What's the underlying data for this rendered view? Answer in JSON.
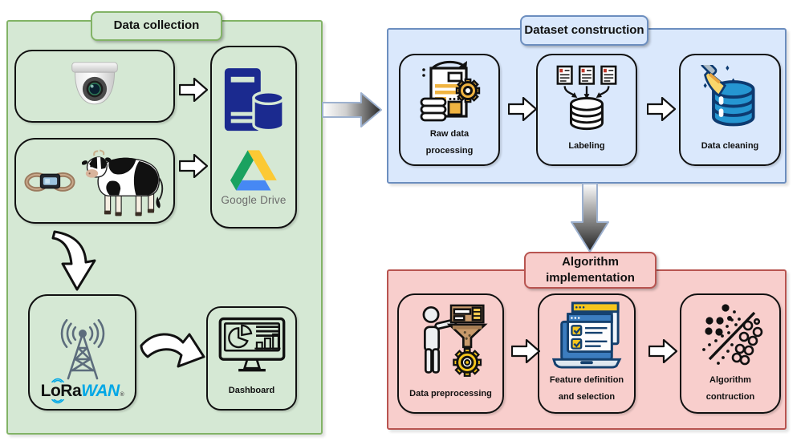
{
  "sections": {
    "data_collection": {
      "title": "Data collection",
      "dashboard_label": "Dashboard",
      "google_drive_label": "Google Drive",
      "lorawan": {
        "black": "LoRa",
        "blue": "WAN",
        "mark": "®"
      }
    },
    "dataset_construction": {
      "title": "Dataset construction",
      "steps": [
        {
          "label": "Raw data processing"
        },
        {
          "label": "Labeling"
        },
        {
          "label": "Data cleaning"
        }
      ]
    },
    "algorithm_implementation": {
      "title": "Algorithm implementation",
      "steps": [
        {
          "label": "Data preprocessing"
        },
        {
          "label": "Feature definition and selection"
        },
        {
          "label": "Algorithm contruction"
        }
      ]
    }
  },
  "colors": {
    "green_fill": "#d5e8d4",
    "green_border": "#82b366",
    "blue_fill": "#dae8fc",
    "blue_border": "#6c8ebf",
    "pink_fill": "#f8cecc",
    "pink_border": "#b85450",
    "server_navy": "#1b2a8f",
    "lorawan_blue": "#00a7e6",
    "drive_green": "#1aa260",
    "drive_yellow": "#fcc934",
    "drive_blue": "#4688f4",
    "icon_yellow": "#f0b441",
    "cleaning_blue": "#2596d1",
    "cleaning_navy": "#0d3a70"
  }
}
